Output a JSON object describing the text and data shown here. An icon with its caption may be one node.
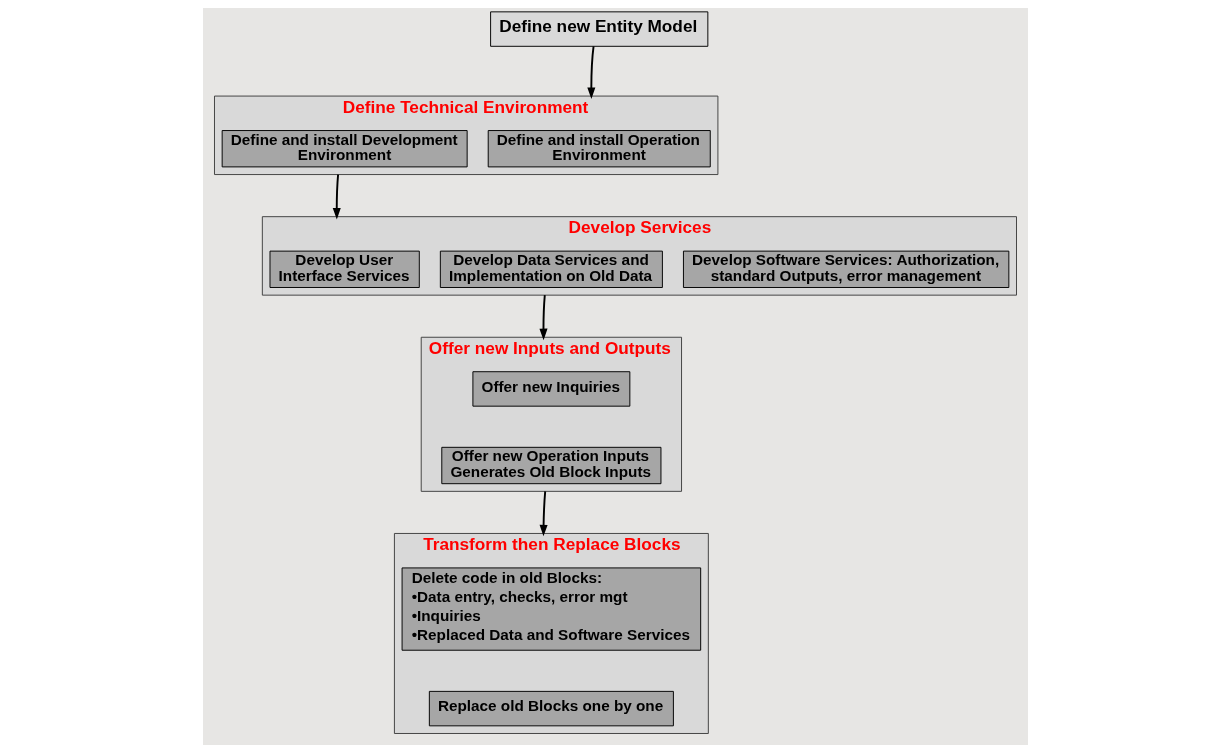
{
  "diagram": {
    "nodes": [
      {
        "text": [
          "Define new Entity Model"
        ]
      },
      {
        "text": [
          "Define Technical Environment"
        ]
      },
      {
        "text": [
          "Define and install Operation Environment"
        ],
        "in": 1
      },
      {
        "text": [
          "Define and install Development Environment"
        ],
        "in": 1
      },
      {
        "text": [
          "Develop Services"
        ]
      },
      {
        "text": [
          "Develop User Interface Services"
        ],
        "in": 4
      },
      {
        "text": [
          "Develop Data Services and Implementation on Old Data"
        ],
        "in": 4
      },
      {
        "text": [
          "Develop Software Services: Authorization, standard Outputs, error management"
        ],
        "in": 4
      },
      {
        "text": [
          "Offer new Inputs and Outputs"
        ]
      },
      {
        "text": [
          "Offer new Inquiries"
        ],
        "in": 8
      },
      {
        "text": [
          "Offer new Operation Inputs Generates Old Block Inputs"
        ],
        "in": 8
      },
      {
        "text": [
          "Transform then Replace Blocks"
        ]
      },
      {
        "text": [
          "Delete code in old Blocks:",
          "•Data entry, checks, error mgt",
          "•Inquiries",
          "•Replaced Data and Software Services"
        ],
        "in": 11
      },
      {
        "text": [
          "Replace old Blocks one by one"
        ],
        "in": 11
      }
    ],
    "edges": [
      {
        "from": 0,
        "to": 1,
        "arrow": "to"
      },
      {
        "from": 1,
        "to": 4,
        "arrow": "to"
      },
      {
        "from": 4,
        "to": 8,
        "arrow": "to"
      },
      {
        "from": 8,
        "to": 11,
        "arrow": "to"
      }
    ]
  }
}
